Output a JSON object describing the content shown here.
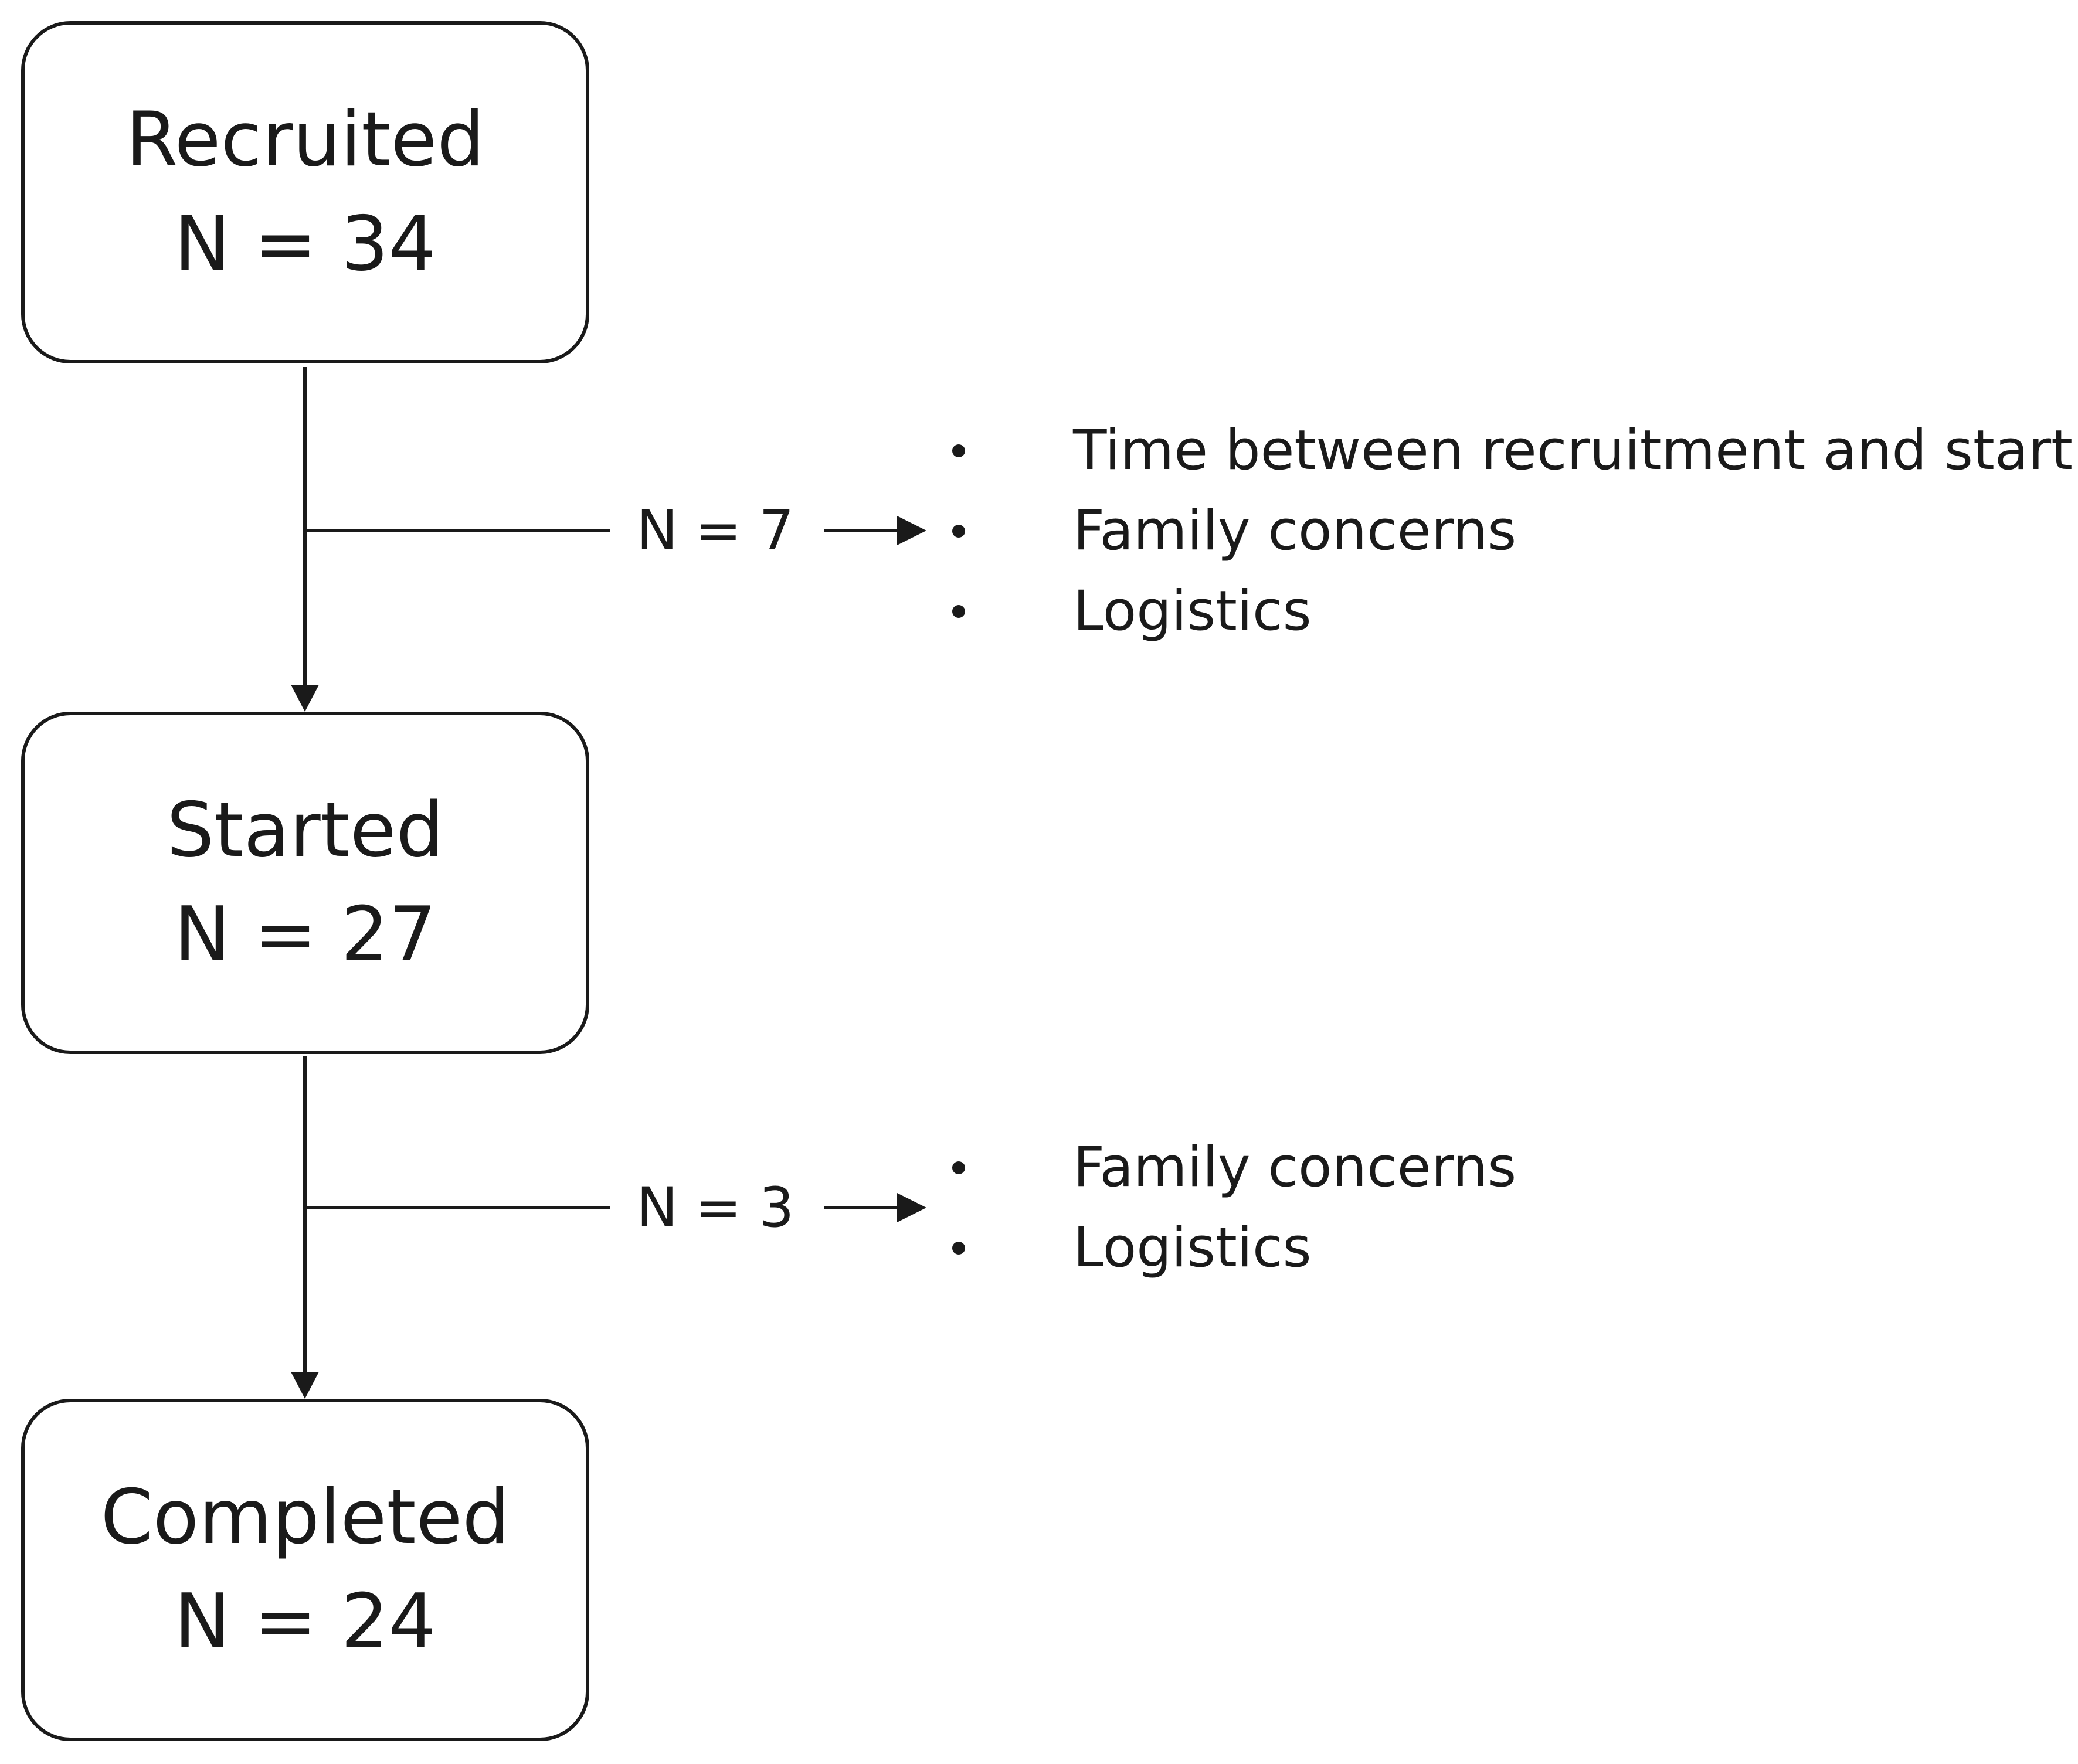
{
  "boxes": [
    {
      "title": "Recruited",
      "count": "N = 34"
    },
    {
      "title": "Started",
      "count": "N = 27"
    },
    {
      "title": "Completed",
      "count": "N = 24"
    }
  ],
  "dropouts": [
    {
      "count": "N = 7",
      "reasons": [
        "Time between recruitment and start",
        "Family concerns",
        "Logistics"
      ]
    },
    {
      "count": "N = 3",
      "reasons": [
        "Family concerns",
        "Logistics"
      ]
    }
  ]
}
